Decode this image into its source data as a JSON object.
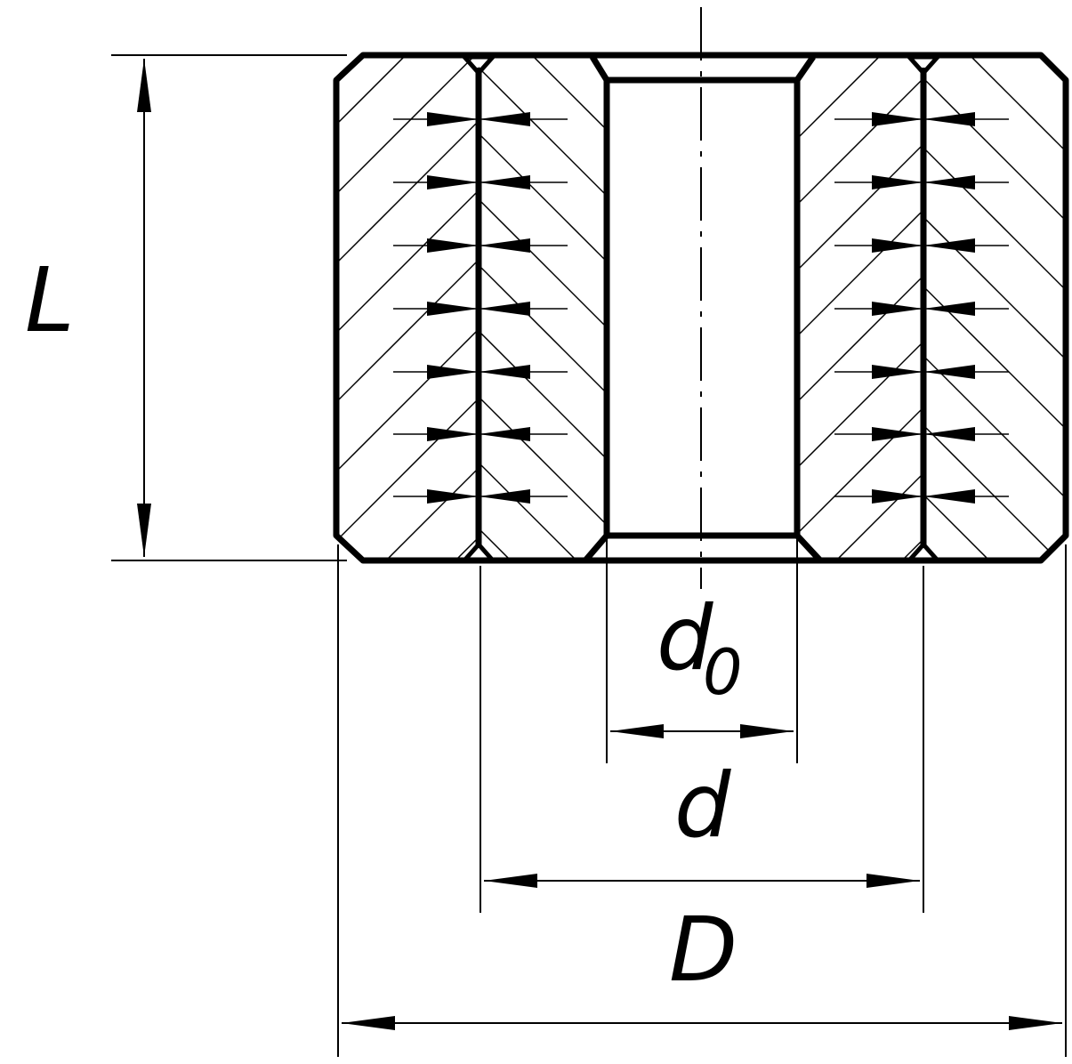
{
  "diagram": {
    "labels": {
      "length": "L",
      "bore_main": "d",
      "bore_sub": "0",
      "inner_diameter": "d",
      "outer_diameter": "D"
    },
    "colors": {
      "stroke": "#000000",
      "background": "#ffffff"
    }
  }
}
